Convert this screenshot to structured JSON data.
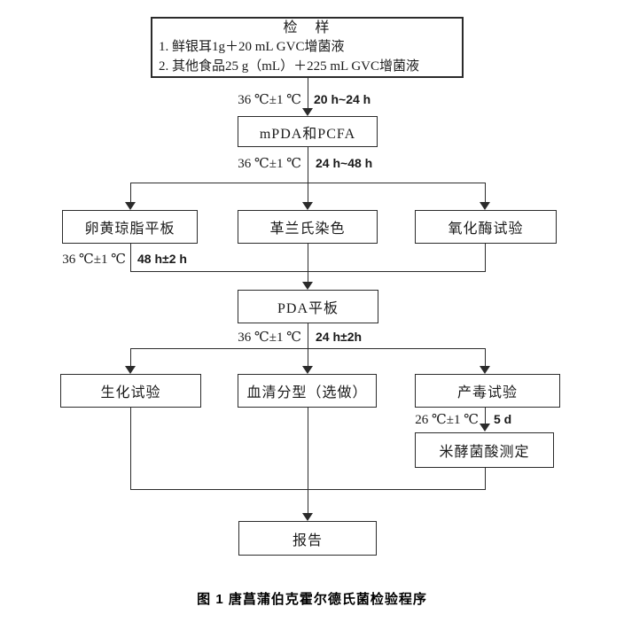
{
  "nodes": {
    "sample": {
      "title": "检　样",
      "items": [
        "1. 鲜银耳1g＋20 mL GVC增菌液",
        "2. 其他食品25 g（mL）＋225 mL GVC增菌液"
      ]
    },
    "mpda": "mPDA和PCFA",
    "egg_yolk_agar": "卵黄琼脂平板",
    "gram_stain": "革兰氏染色",
    "oxidase_test": "氧化酶试验",
    "pda_plate": "PDA平板",
    "biochemical_test": "生化试验",
    "serotyping": "血清分型（选做）",
    "toxin_test": "产毒试验",
    "bongkrekic_acid": "米酵菌酸测定",
    "report": "报告"
  },
  "edge_labels": {
    "e1": {
      "temp": "36 ℃±1 ℃",
      "time": "20 h~24 h"
    },
    "e2": {
      "temp": "36 ℃±1 ℃",
      "time": "24 h~48 h"
    },
    "e3": {
      "temp": "36 ℃±1 ℃",
      "time": "48 h±2 h"
    },
    "e4": {
      "temp": "36 ℃±1 ℃",
      "time": "24 h±2h"
    },
    "e5": {
      "temp": "26 ℃±1 ℃",
      "time": "5 d"
    }
  },
  "caption": "图 1  唐菖蒲伯克霍尔德氏菌检验程序",
  "colors": {
    "line": "#2b2b2b",
    "text": "#1a1a1a",
    "background": "#ffffff"
  }
}
